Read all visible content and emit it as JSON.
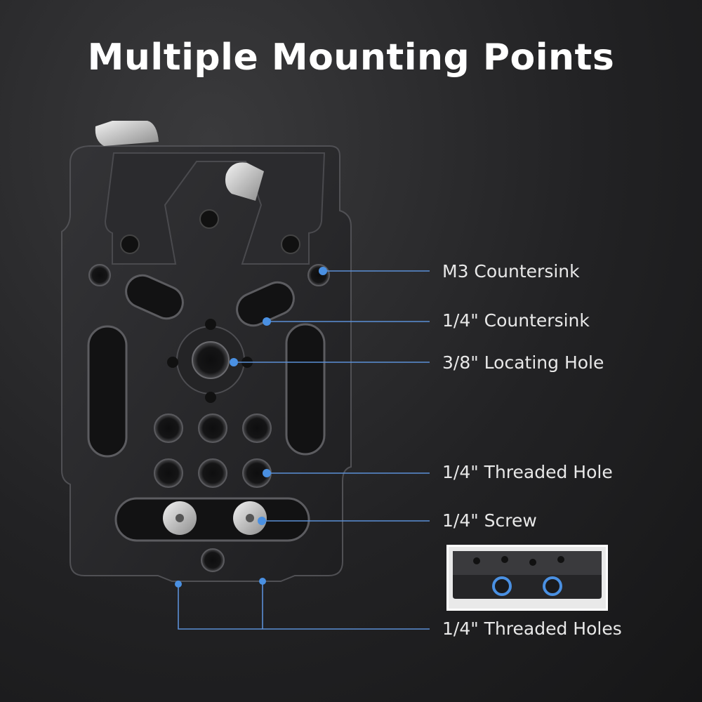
{
  "title": "Multiple Mounting Points",
  "colors": {
    "callout": "#4a90e2",
    "plate": "#2a2a2c",
    "background": "#1f1f21",
    "text": "#ffffff"
  },
  "callouts": [
    {
      "id": "m3",
      "label": "M3 Countersink"
    },
    {
      "id": "quarter-countersink",
      "label": "1/4\" Countersink"
    },
    {
      "id": "locating",
      "label": "3/8\" Locating Hole"
    },
    {
      "id": "threaded-hole",
      "label": "1/4\" Threaded Hole"
    },
    {
      "id": "screw",
      "label": "1/4\" Screw"
    },
    {
      "id": "threaded-holes",
      "label": "1/4\" Threaded Holes"
    }
  ]
}
